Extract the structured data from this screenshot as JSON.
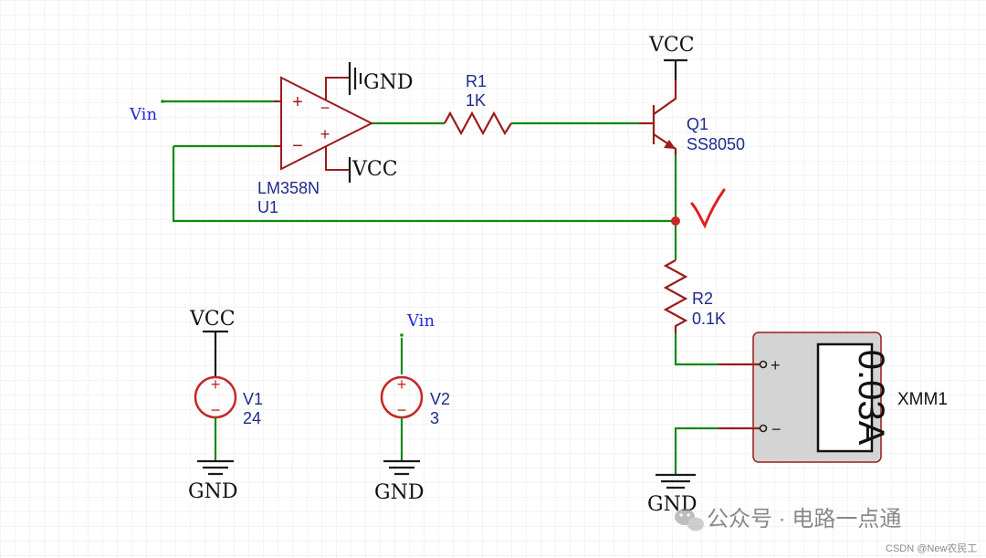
{
  "labels": {
    "vin": "Vin",
    "vcc": "VCC",
    "gnd": "GND",
    "opamp_part": "LM358N",
    "opamp_ref": "U1",
    "r1_ref": "R1",
    "r1_val": "1K",
    "q1_ref": "Q1",
    "q1_part": "SS8050",
    "r2_ref": "R2",
    "r2_val": "0.1K",
    "v1_ref": "V1",
    "v1_val": "24",
    "v2_ref": "V2",
    "v2_val": "3",
    "meter_ref": "XMM1",
    "meter_reading": "0.03A",
    "plus": "+",
    "minus": "−",
    "check_mark": "√"
  },
  "watermark": {
    "main": "公众号 · 电路一点通",
    "credit": "CSDN @New农民工"
  },
  "colors": {
    "wire": "#0f8a0f",
    "component": "#9b1b1b",
    "label_blue": "#1e2a8c",
    "vin_blue": "#2727d6",
    "grid": "#e9e9ee",
    "meter_body": "#d4d4d4",
    "annotation": "#e0201e"
  }
}
